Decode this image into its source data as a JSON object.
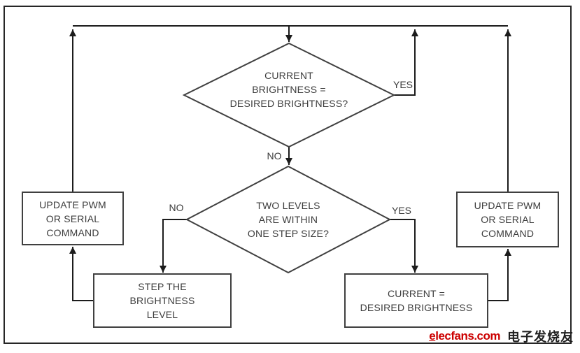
{
  "flowchart": {
    "decisions": [
      {
        "name": "brightness-equal",
        "text": "CURRENT\nBRIGHTNESS =\nDESIRED BRIGHTNESS?"
      },
      {
        "name": "within-one-step",
        "text": "TWO LEVELS\nARE WITHIN\nONE STEP SIZE?"
      }
    ],
    "processes": [
      {
        "name": "update-pwm-left",
        "text": "UPDATE PWM\nOR SERIAL\nCOMMAND"
      },
      {
        "name": "update-pwm-right",
        "text": "UPDATE PWM\nOR SERIAL\nCOMMAND"
      },
      {
        "name": "step-brightness",
        "text": "STEP THE\nBRIGHTNESS\nLEVEL"
      },
      {
        "name": "set-current",
        "text": "CURRENT =\nDESIRED BRIGHTNESS"
      }
    ],
    "labels": {
      "d1_yes": "YES",
      "d1_no": "NO",
      "d2_no": "NO",
      "d2_yes": "YES"
    },
    "edges": [
      {
        "from": "top-rail",
        "to": "brightness-equal",
        "label": null
      },
      {
        "from": "brightness-equal",
        "to": "top-rail",
        "label": "YES"
      },
      {
        "from": "brightness-equal",
        "to": "within-one-step",
        "label": "NO"
      },
      {
        "from": "within-one-step",
        "to": "step-brightness",
        "label": "NO"
      },
      {
        "from": "within-one-step",
        "to": "set-current",
        "label": "YES"
      },
      {
        "from": "step-brightness",
        "to": "update-pwm-left",
        "label": null
      },
      {
        "from": "set-current",
        "to": "update-pwm-right",
        "label": null
      },
      {
        "from": "update-pwm-left",
        "to": "top-rail",
        "label": null
      },
      {
        "from": "update-pwm-right",
        "to": "top-rail",
        "label": null
      }
    ]
  },
  "watermark": {
    "brand": "elecfans.com",
    "chinese": "电子发烧友",
    "brand_color": "#cc0000",
    "chinese_color": "#1f1f1f"
  },
  "colors": {
    "line": "#1c1c1c",
    "shape_stroke": "#404040",
    "text": "#3c3c3c",
    "background": "#ffffff"
  }
}
